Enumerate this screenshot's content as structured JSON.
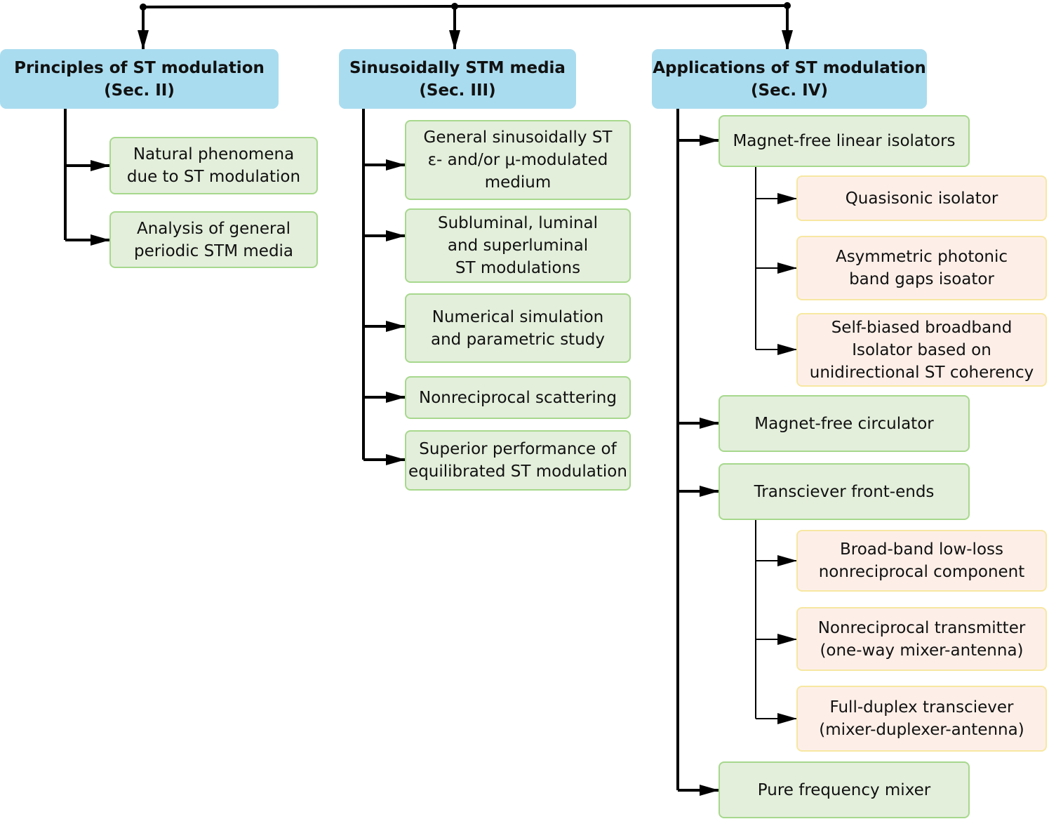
{
  "headers": {
    "principles": {
      "line1": "Principles of ST modulation",
      "line2": "(Sec. II)"
    },
    "sinusoidal": {
      "line1": "Sinusoidally STM media",
      "line2": "(Sec. III)"
    },
    "applications": {
      "line1": "Applications of ST modulation",
      "line2": "(Sec. IV)"
    }
  },
  "principles_items": [
    [
      "Natural phenomena",
      "due to ST modulation"
    ],
    [
      "Analysis of general",
      "periodic STM media"
    ]
  ],
  "sinusoidal_items": [
    [
      "General sinusoidally ST",
      "ε- and/or μ-modulated",
      "medium"
    ],
    [
      "Subluminal, luminal",
      "and superluminal",
      "ST modulations"
    ],
    [
      "Numerical simulation",
      "and parametric study"
    ],
    [
      "Nonreciprocal scattering"
    ],
    [
      "Superior performance of",
      "equilibrated ST modulation"
    ]
  ],
  "applications_items": [
    [
      "Magnet-free linear isolators"
    ],
    [
      "Magnet-free circulator"
    ],
    [
      "Transciever front-ends"
    ],
    [
      "Pure frequency mixer"
    ]
  ],
  "isolator_subitems": [
    [
      "Quasisonic isolator"
    ],
    [
      "Asymmetric photonic",
      "band gaps isoator"
    ],
    [
      "Self-biased broadband",
      "Isolator based on",
      "unidirectional ST coherency"
    ]
  ],
  "frontend_subitems": [
    [
      "Broad-band low-loss",
      "nonreciprocal component"
    ],
    [
      "Nonreciprocal transmitter",
      "(one-way mixer-antenna)"
    ],
    [
      "Full-duplex transciever",
      "(mixer-duplexer-antenna)"
    ]
  ],
  "colors": {
    "header_fill": "#aadcef",
    "item_fill": "#e3efdb",
    "item_border": "#a7d88d",
    "subitem_fill": "#fdefe8",
    "subitem_border": "#f7e7a2",
    "connector": "#000000"
  }
}
